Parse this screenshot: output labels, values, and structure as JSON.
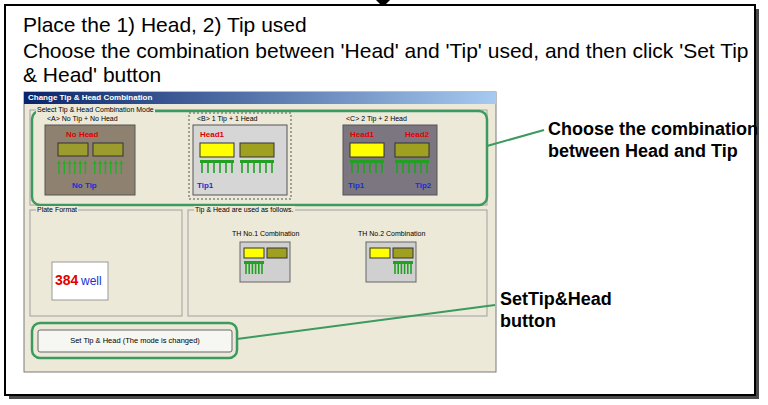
{
  "diagram": {
    "nodes": [
      {
        "text": [
          "Place the 1) Head, 2) Tip used",
          "Choose the combination between 'Head' and 'Tip' used, and then click 'Set Tip & Head' button"
        ]
      },
      {
        "text": [
          "Change Tip & Head Combination"
        ],
        "in": 0
      },
      {
        "text": [
          "Select Tip & Head Combination Mode"
        ],
        "in": 1
      },
      {
        "text": [
          "<A> No Tip + No Head"
        ],
        "in": 2
      },
      {
        "text": [
          "No Head",
          "No Tip"
        ],
        "in": 3
      },
      {
        "text": [
          "<B> 1 Tip + 1 Head"
        ],
        "in": 2
      },
      {
        "text": [
          "Head1",
          "Tip1"
        ],
        "in": 5
      },
      {
        "text": [
          "<C> 2 Tip + 2 Head"
        ],
        "in": 2
      },
      {
        "text": [
          "Head1",
          "Head2",
          "Tip1",
          "Tip2"
        ],
        "in": 7
      },
      {
        "text": [
          "Plate Format"
        ],
        "in": 1
      },
      {
        "text": [
          "384",
          "well"
        ],
        "in": 9
      },
      {
        "text": [
          "Tip & Head are used as follows.",
          "TH No.1 Combination",
          "TH No.2 Combination"
        ],
        "in": 1
      },
      {
        "text": [
          "Set Tip & Head (The mode is changed)"
        ],
        "in": 1
      }
    ],
    "labels": [
      "Choose the combination between Head and Tip",
      "SetTip&Head button"
    ]
  }
}
